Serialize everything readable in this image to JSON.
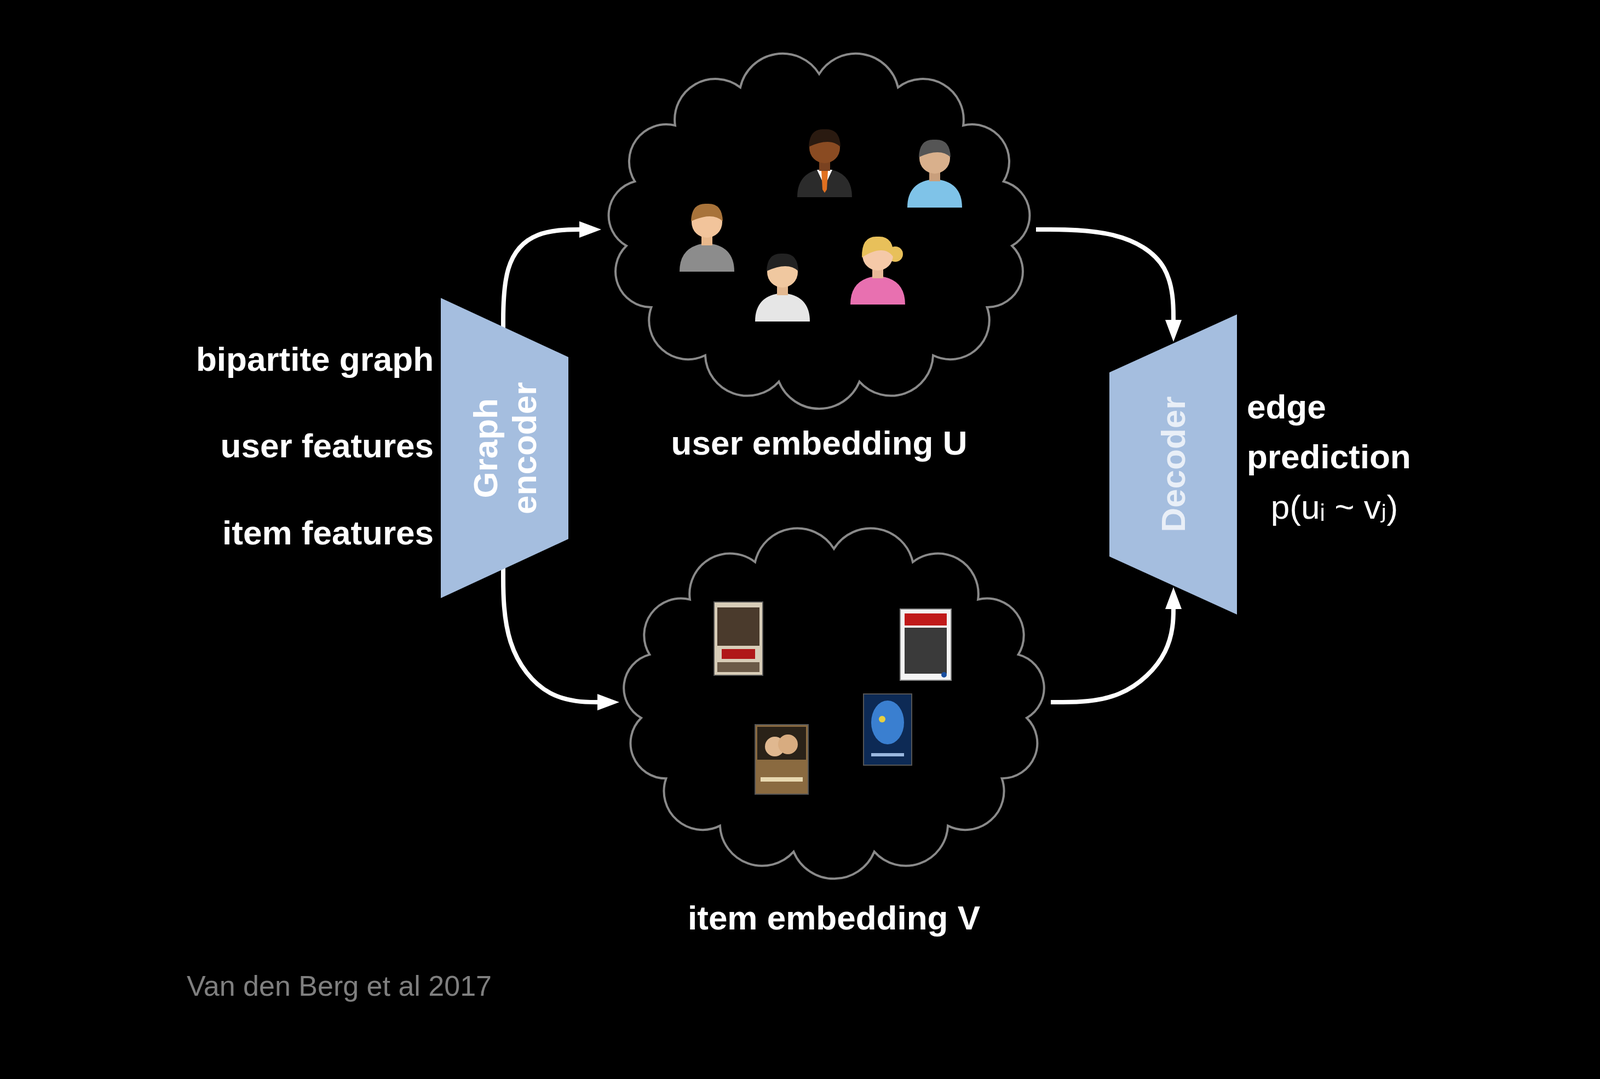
{
  "diagram": {
    "nodes": [
      {
        "text": [
          "Graph encoder"
        ]
      },
      {
        "text": [
          "user embedding U"
        ]
      },
      {
        "text": [
          "item embedding V"
        ]
      },
      {
        "text": [
          "Decoder"
        ]
      }
    ],
    "edges": [
      {
        "from": 0,
        "to": 1,
        "arrow": "to"
      },
      {
        "from": 0,
        "to": 2,
        "arrow": "to"
      },
      {
        "from": 1,
        "to": 3,
        "arrow": "to"
      },
      {
        "from": 2,
        "to": 3,
        "arrow": "to"
      }
    ],
    "labels": [
      "bipartite graph",
      "user features",
      "item features",
      "edge prediction",
      "p(uᵢ ~ vⱼ)",
      "Van den Berg et al 2017"
    ]
  }
}
